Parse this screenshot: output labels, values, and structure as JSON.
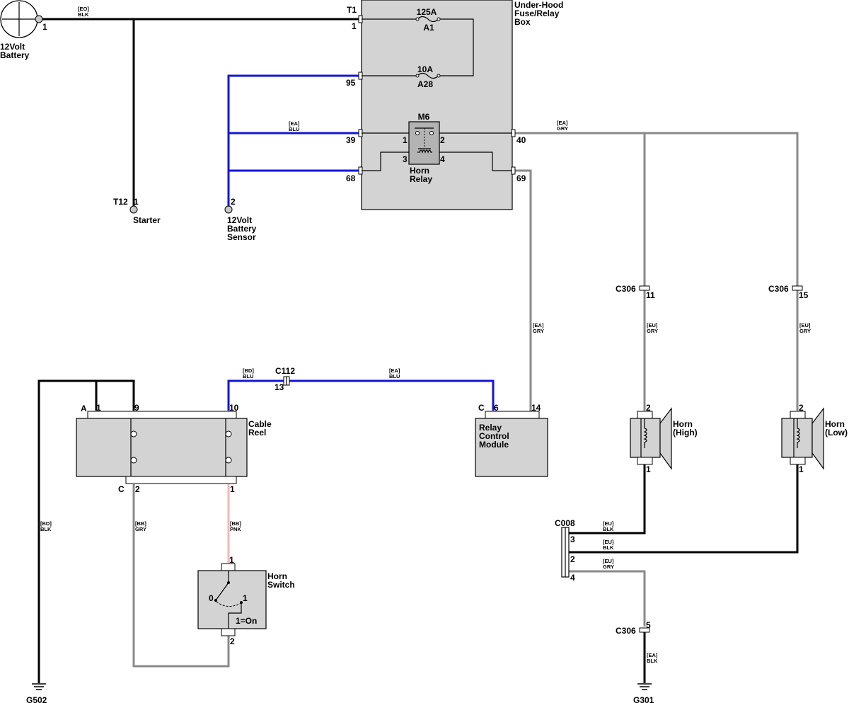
{
  "components": {
    "battery": {
      "line1": "12Volt",
      "line2": "Battery",
      "pin": "1"
    },
    "fuse_box": {
      "line1": "Under-Hood",
      "line2": "Fuse/Relay",
      "line3": "Box",
      "connector": "T1",
      "pin_t1": "1",
      "pins": {
        "p95": "95",
        "p39": "39",
        "p68": "68",
        "p40": "40",
        "p69": "69"
      },
      "fuse_a1": {
        "rating": "125A",
        "id": "A1"
      },
      "fuse_a28": {
        "rating": "10A",
        "id": "A28"
      }
    },
    "horn_relay": {
      "id": "M6",
      "line1": "Horn",
      "line2": "Relay",
      "pin1": "1",
      "pin2": "2",
      "pin3": "3",
      "pin4": "4"
    },
    "starter": {
      "label": "Starter",
      "connector": "T12",
      "pin": "1"
    },
    "battery_sensor": {
      "line1": "12Volt",
      "line2": "Battery",
      "line3": "Sensor",
      "pin": "2"
    },
    "cable_reel": {
      "line1": "Cable",
      "line2": "Reel",
      "conn_a": "A",
      "conn_c": "C",
      "pin1": "1",
      "pin9": "9",
      "pin10": "10",
      "pin_c2": "2",
      "pin_c1": "1"
    },
    "relay_module": {
      "line1": "Relay",
      "line2": "Control",
      "line3": "Module",
      "conn": "C",
      "pin6": "6",
      "pin14": "14"
    },
    "horn_switch": {
      "line1": "Horn",
      "line2": "Switch",
      "pin1": "1",
      "pin2": "2",
      "pos0": "0",
      "pos1": "1",
      "note": "1=On"
    },
    "horn_high": {
      "line1": "Horn",
      "line2": "(High)",
      "pin2": "2",
      "pin1": "1"
    },
    "horn_low": {
      "line1": "Horn",
      "line2": "(Low)",
      "pin2": "2",
      "pin1": "1"
    },
    "c112": {
      "name": "C112",
      "pin": "13"
    },
    "c306_a": {
      "name": "C306",
      "pin": "11"
    },
    "c306_b": {
      "name": "C306",
      "pin": "15"
    },
    "c306_c": {
      "name": "C306",
      "pin": "5"
    },
    "c008": {
      "name": "C008",
      "pin3": "3",
      "pin2": "2",
      "pin4": "4"
    },
    "g502": {
      "name": "G502"
    },
    "g301": {
      "name": "G301"
    }
  },
  "wire_tags": {
    "eo_blk": [
      "[EO]",
      "BLK"
    ],
    "ea_blu": [
      "[EA]",
      "BLU"
    ],
    "ea_gry_top": [
      "[EA]",
      "GRY"
    ],
    "ea_gry_mid": [
      "[EA]",
      "GRY"
    ],
    "bd_blu": [
      "[BD]",
      "BLU"
    ],
    "ea_blu2": [
      "[EA]",
      "BLU"
    ],
    "eu_gry1": [
      "[EU]",
      "GRY"
    ],
    "eu_gry2": [
      "[EU]",
      "GRY"
    ],
    "bd_blk": [
      "[BD]",
      "BLK"
    ],
    "bb_gry": [
      "[BB]",
      "GRY"
    ],
    "bb_pnk": [
      "[BB]",
      "PNK"
    ],
    "eu_blk1": [
      "[EU]",
      "BLK"
    ],
    "eu_blk2": [
      "[EU]",
      "BLK"
    ],
    "eu_gry3": [
      "[EU]",
      "GRY"
    ],
    "ea_blk": [
      "[EA]",
      "BLK"
    ]
  },
  "colors": {
    "blk": "#000000",
    "blu": "#1414d8",
    "gry": "#8a8a8a",
    "pnk": "#f4b6b6",
    "component_fill": "#d3d3d3"
  }
}
